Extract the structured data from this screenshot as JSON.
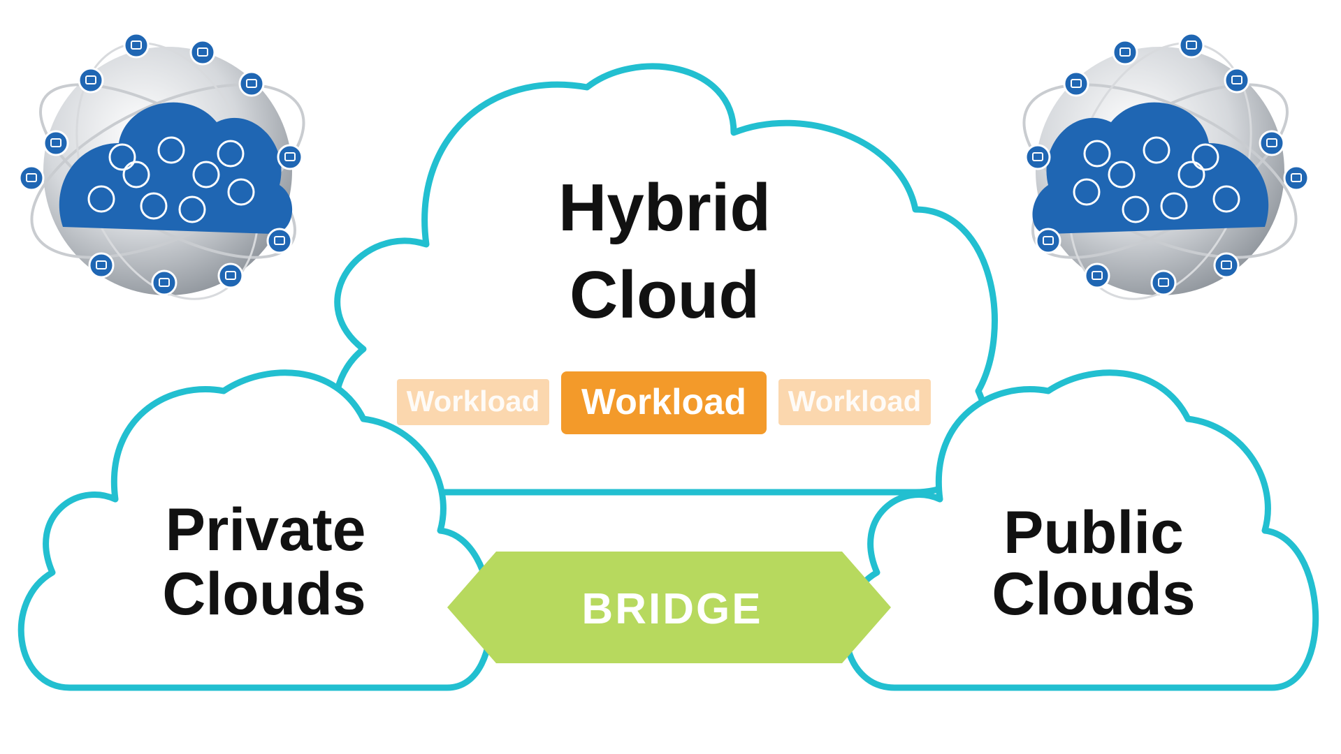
{
  "diagram": {
    "hybrid_cloud": {
      "line1": "Hybrid",
      "line2": "Cloud"
    },
    "private_clouds": {
      "line1": "Private",
      "line2": "Clouds"
    },
    "public_clouds": {
      "line1": "Public",
      "line2": "Clouds"
    },
    "workloads": [
      {
        "label": "Workload",
        "state": "faded"
      },
      {
        "label": "Workload",
        "state": "active"
      },
      {
        "label": "Workload",
        "state": "faded"
      }
    ],
    "bridge": {
      "label": "BRIDGE"
    }
  },
  "colors": {
    "cloud_outline": "#22bfd0",
    "workload_active": "#f39a2a",
    "workload_faded": "#fbd7ae",
    "bridge": "#b7d95e",
    "globe_icon_blue": "#1f66b3",
    "globe_gray": "#b9bec4"
  },
  "icons": {
    "left_globe": "cloud-network-globe-icon",
    "right_globe": "cloud-network-globe-icon"
  }
}
